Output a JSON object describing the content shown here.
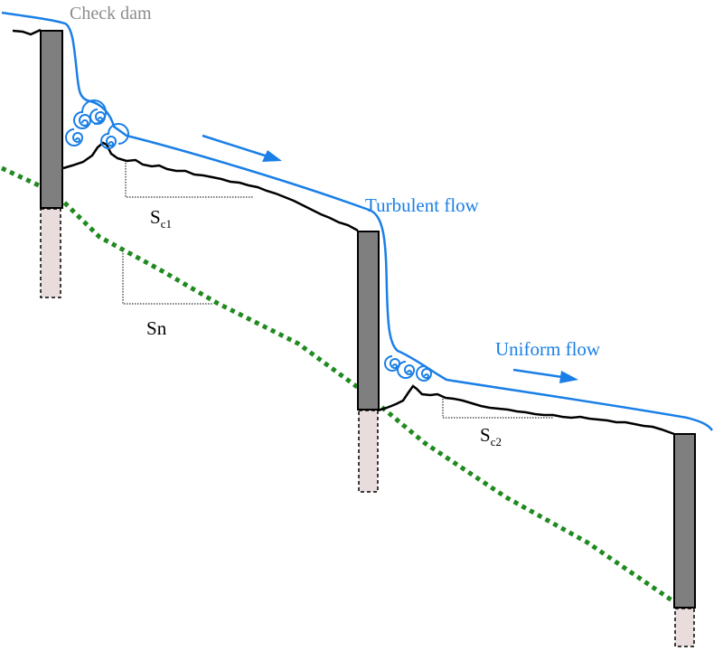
{
  "labels": {
    "check_dam": "Check dam",
    "turbulent_flow": "Turbulent flow",
    "uniform_flow": "Uniform flow",
    "sc1_main": "S",
    "sc1_sub": "c1",
    "sn_main": "S",
    "sn_sub": "n",
    "sc2_main": "S",
    "sc2_sub": "c2"
  },
  "colors": {
    "water": "#1a7fe6",
    "check_dam_label": "#8c8c8c",
    "dam_body": "#7f7f7f",
    "dam_foundation": "#e8dcdc",
    "bed": "#000000",
    "original_slope": "#1f8a1f",
    "slope_guides": "#000000"
  },
  "icons": {
    "flow_arrow": "arrow-right",
    "vortex": "curl-spiral"
  }
}
